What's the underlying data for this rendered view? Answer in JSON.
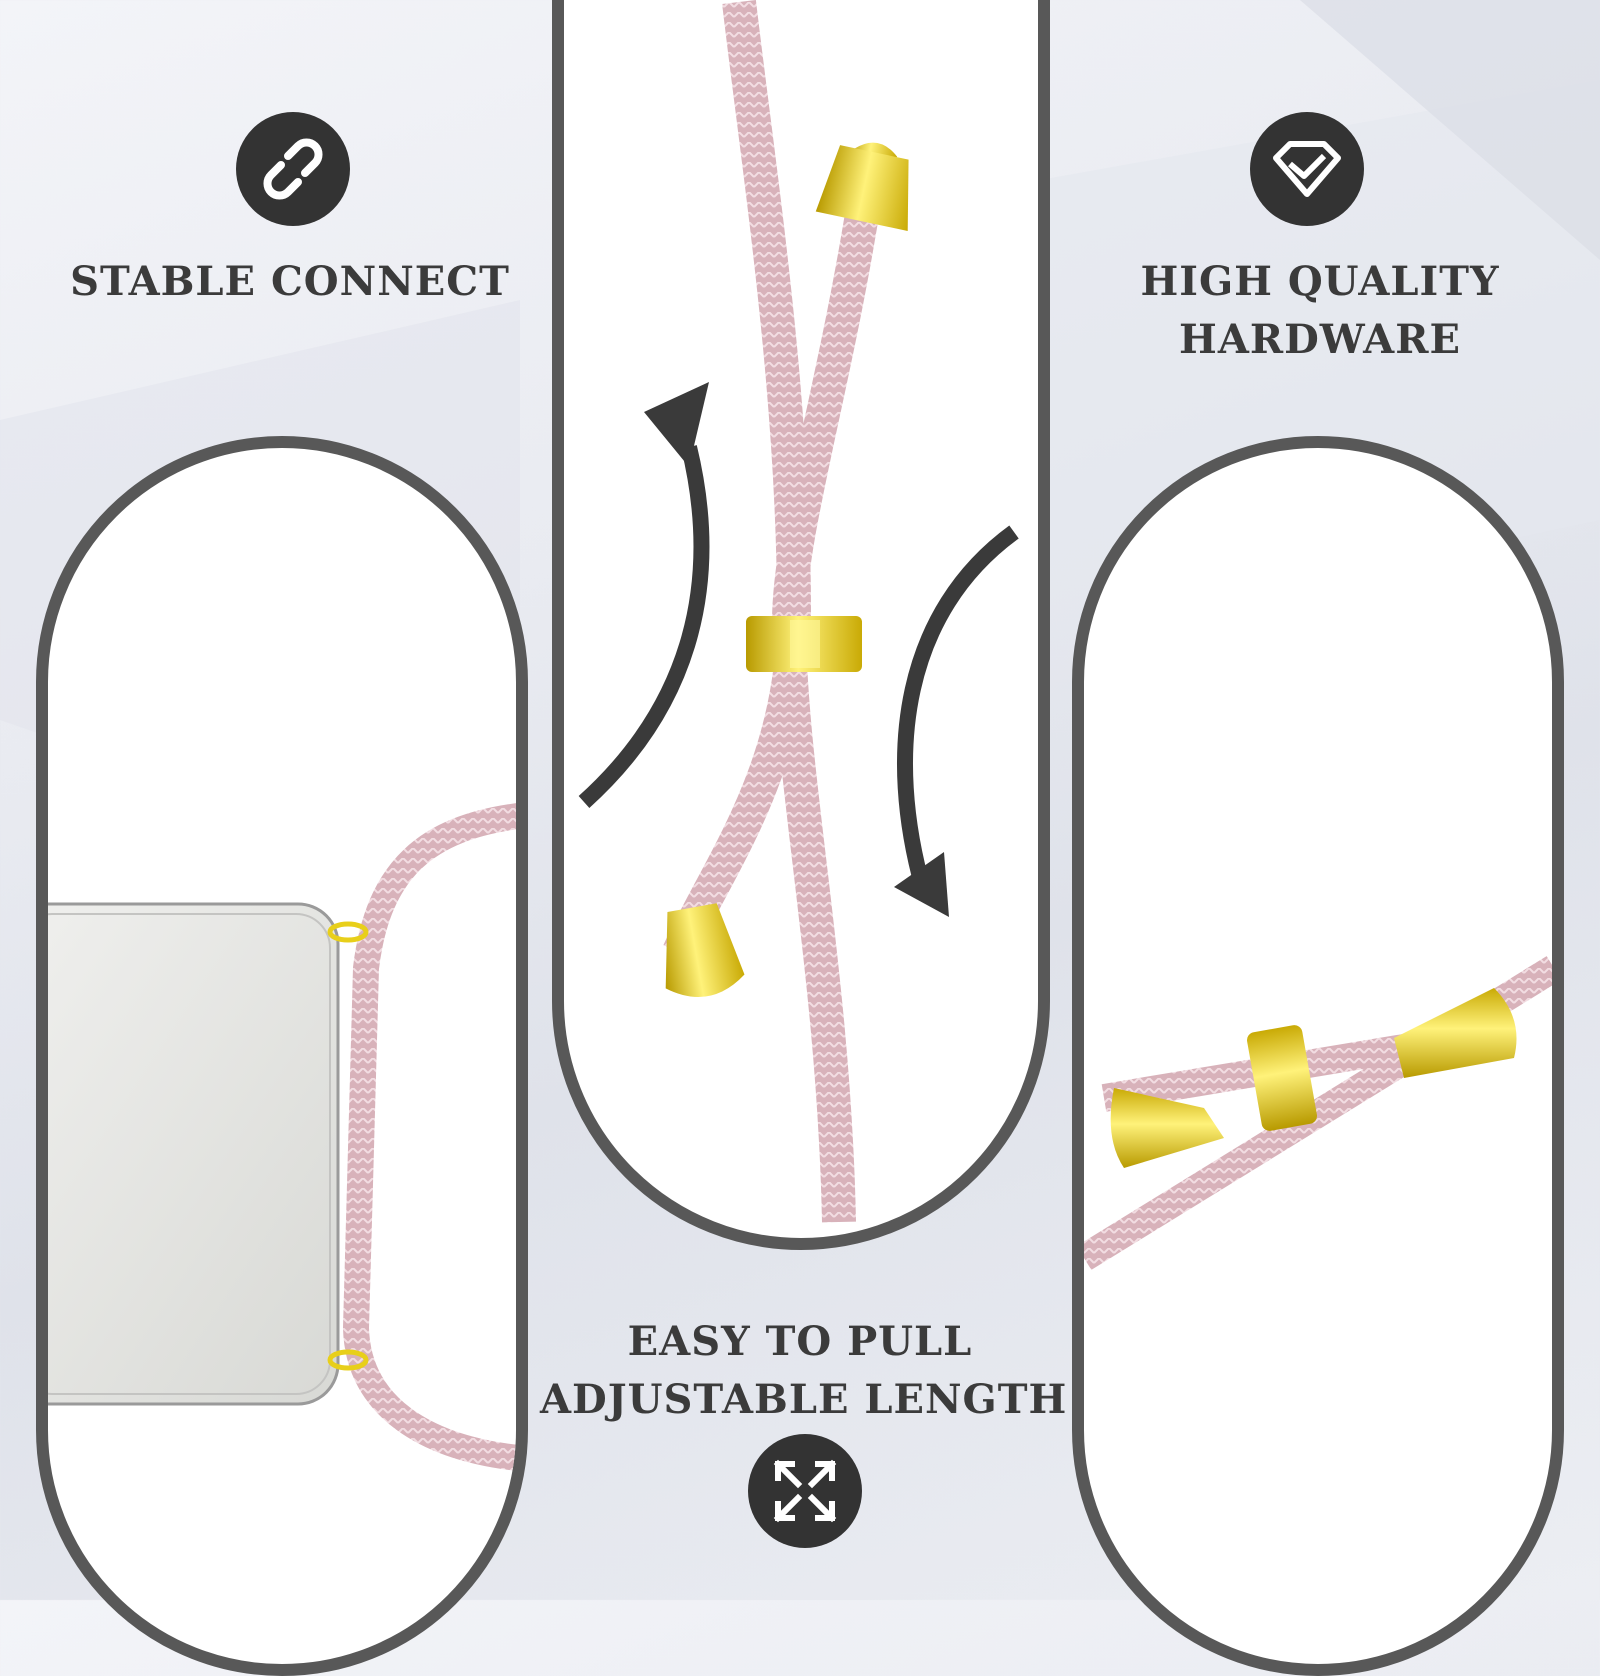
{
  "features": {
    "left": {
      "icon": "link-icon",
      "title": "STABLE CONNECT"
    },
    "right": {
      "icon": "diamond-icon",
      "title_line1": "HIGH QUALITY",
      "title_line2": "HARDWARE"
    },
    "center": {
      "icon": "expand-arrows-icon",
      "title_line1": "EASY TO PULL",
      "title_line2": "ADJUSTABLE LENGTH"
    }
  },
  "colors": {
    "cord": "#d9b3bb",
    "metal": "#e8cf1a",
    "frame": "#585858",
    "badge": "#333333",
    "text": "#3b3b3b"
  }
}
